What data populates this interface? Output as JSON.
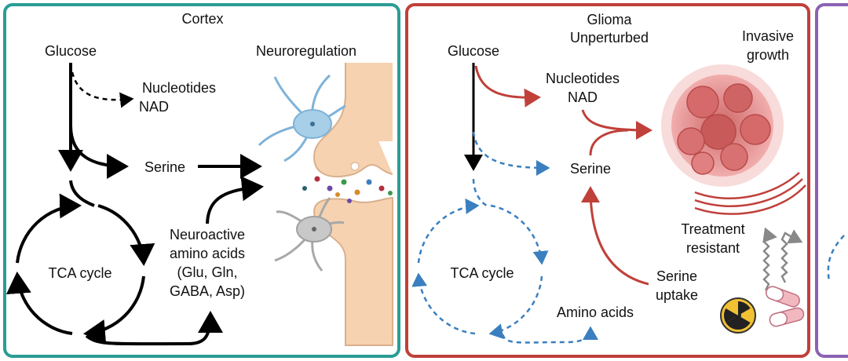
{
  "colors": {
    "cortex_border": "#2a9d95",
    "glioma_border": "#c0403a",
    "third_border": "#8a62b3",
    "black_flow": "#000000",
    "glioma_flow": "#c0403a",
    "dashed_flow": "#3a7fbf",
    "synapse_fill": "#f6d2b1",
    "neuron_blue": "#a8cfe8",
    "neuron_gray": "#c8c8c8",
    "tumor": "#e07a7a"
  },
  "cortex": {
    "title": "Cortex",
    "glucose": "Glucose",
    "nucleotides": "Nucleotides",
    "nad": "NAD",
    "serine": "Serine",
    "neuroregulation": "Neuroregulation",
    "tca": "TCA cycle",
    "neuroactive": [
      "Neuroactive",
      "amino acids",
      "(Glu, Gln,",
      "GABA, Asp)"
    ]
  },
  "glioma": {
    "title_line1": "Glioma",
    "title_line2": "Unperturbed",
    "glucose": "Glucose",
    "nucleotides": "Nucleotides",
    "nad": "NAD",
    "serine": "Serine",
    "invasive_line1": "Invasive",
    "invasive_line2": "growth",
    "treatment_line1": "Treatment",
    "treatment_line2": "resistant",
    "tca": "TCA cycle",
    "serine_uptake_line1": "Serine",
    "serine_uptake_line2": "uptake",
    "amino_acids": "Amino acids"
  },
  "icons": [
    "neuron-icon",
    "synapse-icon",
    "tumor-icon",
    "radiation-icon",
    "pill-icon"
  ]
}
